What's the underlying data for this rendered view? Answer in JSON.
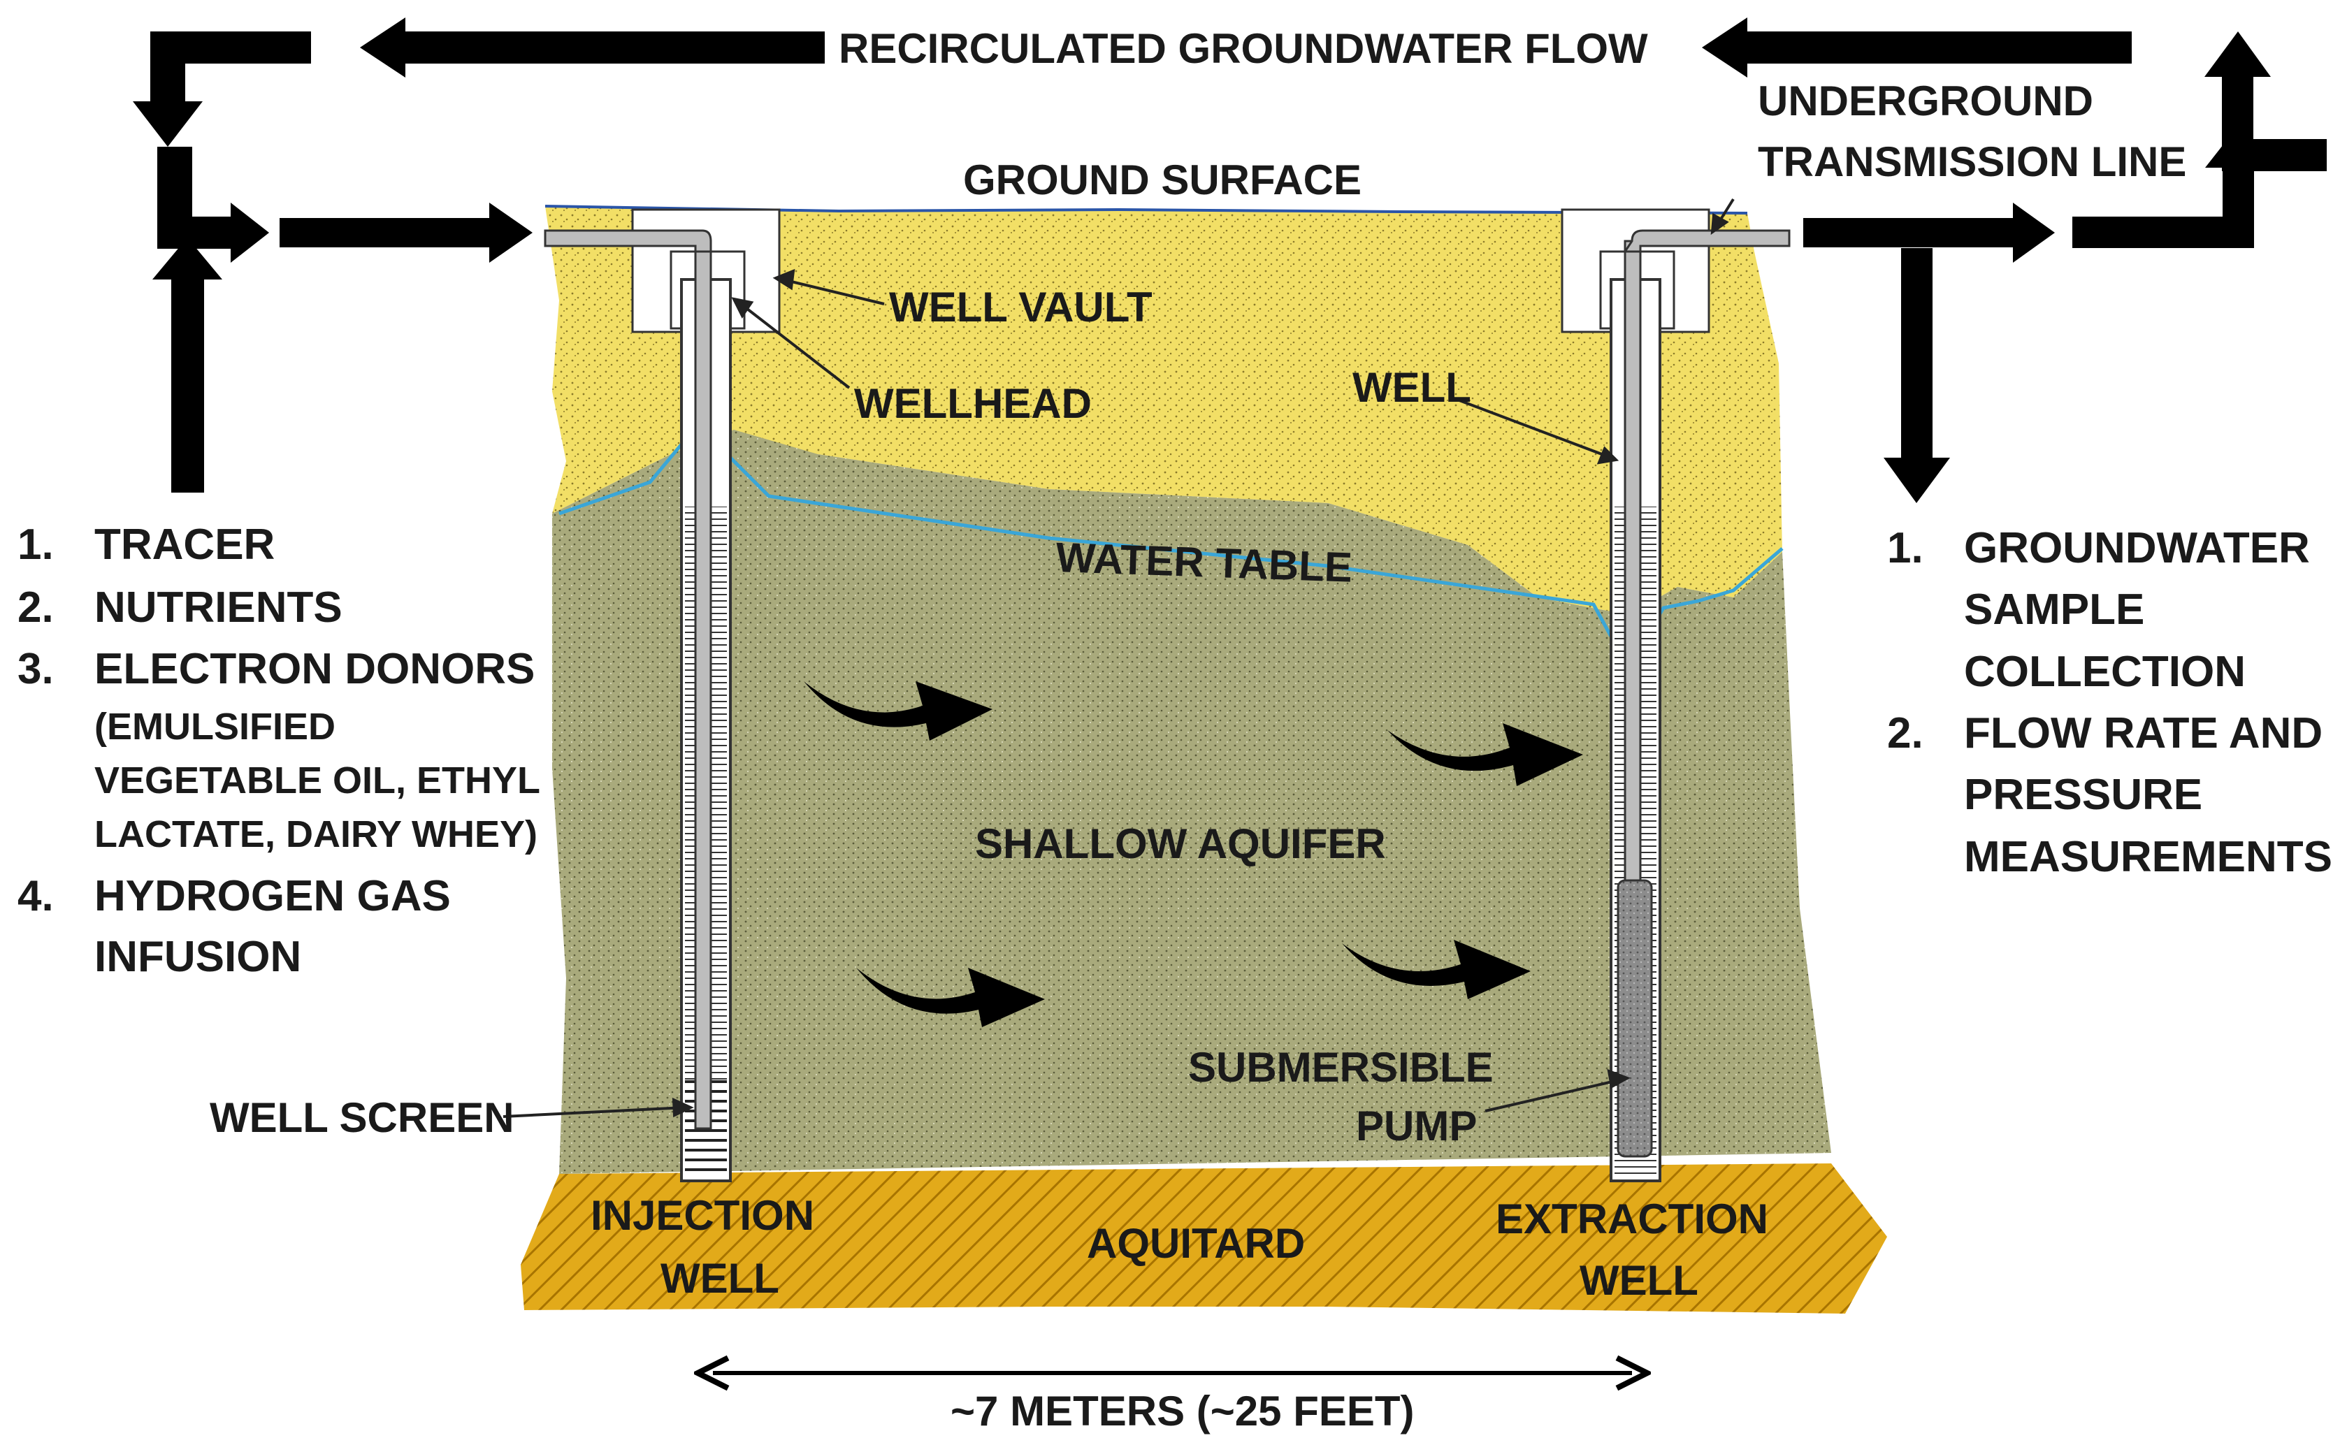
{
  "labels": {
    "recirc_flow": "RECIRCULATED GROUNDWATER FLOW",
    "ground_surface": "GROUND SURFACE",
    "underground_line_1": "UNDERGROUND",
    "underground_line_2": "TRANSMISSION LINE",
    "well_vault": "WELL VAULT",
    "wellhead": "WELLHEAD",
    "well": "WELL",
    "water_table": "WATER TABLE",
    "shallow_aquifer": "SHALLOW AQUIFER",
    "submersible_1": "SUBMERSIBLE",
    "submersible_2": "PUMP",
    "well_screen": "WELL SCREEN",
    "injection_1": "INJECTION",
    "injection_2": "WELL",
    "aquitard": "AQUITARD",
    "extraction_1": "EXTRACTION",
    "extraction_2": "WELL",
    "distance": "~7 METERS (~25 FEET)"
  },
  "inputs_list": {
    "n1": "1.",
    "t1": "TRACER",
    "n2": "2.",
    "t2": "NUTRIENTS",
    "n3": "3.",
    "t3": "ELECTRON DONORS",
    "t3a": "(EMULSIFIED",
    "t3b": "VEGETABLE OIL, ETHYL",
    "t3c": "LACTATE, DAIRY WHEY)",
    "n4": "4.",
    "t4a": "HYDROGEN GAS",
    "t4b": "INFUSION"
  },
  "outputs_list": {
    "n1": "1.",
    "t1a": "GROUNDWATER",
    "t1b": "SAMPLE",
    "t1c": "COLLECTION",
    "n2": "2.",
    "t2a": "FLOW RATE AND",
    "t2b": "PRESSURE",
    "t2c": "MEASUREMENTS"
  },
  "colors": {
    "vadose_zone": "#f2df66",
    "aquifer": "#a9aa7c",
    "aquitard": "#e2aa1a",
    "water_table_line": "#3aa6d8",
    "arrows": "#000000"
  }
}
